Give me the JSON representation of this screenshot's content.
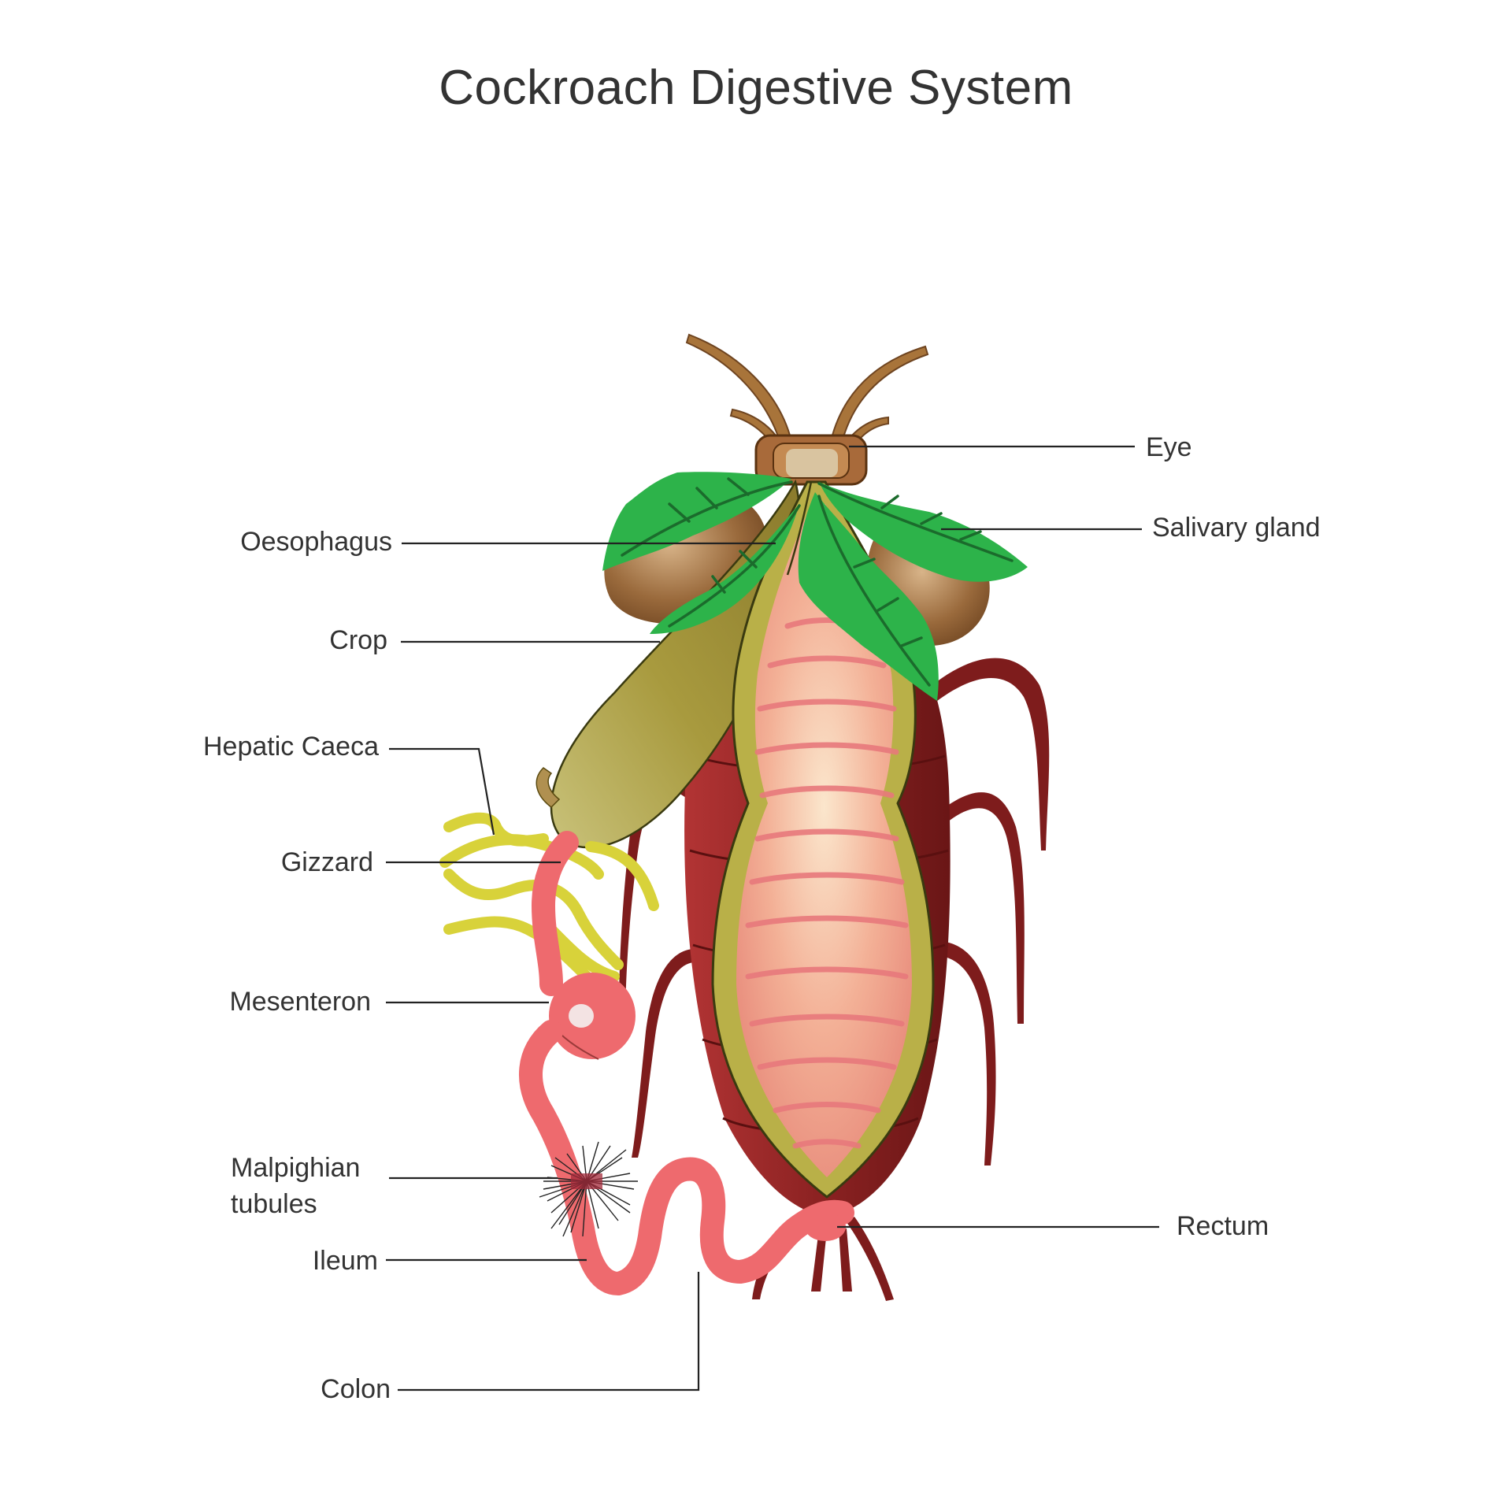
{
  "title": "Cockroach Digestive System",
  "labels": {
    "eye": "Eye",
    "salivary_gland": "Salivary gland",
    "oesophagus": "Oesophagus",
    "crop": "Crop",
    "hepatic_caeca": "Hepatic Caeca",
    "gizzard": "Gizzard",
    "mesenteron": "Mesenteron",
    "malpighian_line1": "Malpighian",
    "malpighian_line2": "tubules",
    "ileum": "Ileum",
    "colon": "Colon",
    "rectum": "Rectum"
  },
  "colors": {
    "body_dark_red": "#7a1a1a",
    "body_red": "#9b2626",
    "gut_inner": "#f0a48c",
    "gut_wall": "#b6ad4a",
    "crop": "#a39a3c",
    "salivary_leaf": "#2db34a",
    "salivary_vein": "#1b6b2c",
    "intestine_pink": "#ee6a6e",
    "hepatic_yellow": "#d8d23a",
    "antenna_brown": "#a8743a",
    "label_text": "#333333"
  }
}
